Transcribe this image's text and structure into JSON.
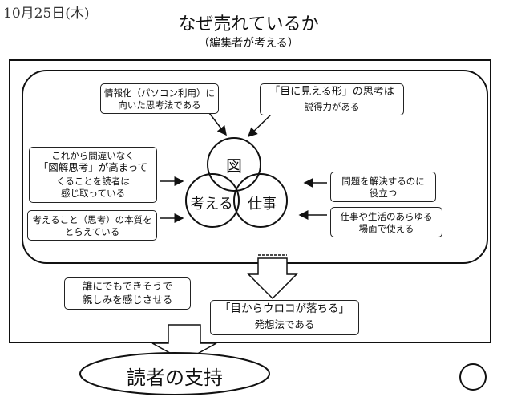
{
  "header": {
    "handwritten_note": "10月25日(木)",
    "title": "なぜ売れているか",
    "subtitle": "（編集者が考える）"
  },
  "boxes": {
    "info": {
      "line1": "情報化（パソコン利用）に",
      "line2": "向いた思考法である"
    },
    "visible": {
      "line1": "「目に見える形」の思考は",
      "line2": "説得力がある"
    },
    "trend": {
      "line1": "これから間違いなく",
      "line2": "「図解思考」が高まって",
      "line3": "くることを読者は",
      "line4": "感じ取っている"
    },
    "essence": {
      "line1": "考えること（思考）の本質を",
      "line2": "とらえている"
    },
    "problem": {
      "line1": "問題を解決するのに",
      "line2": "役立つ"
    },
    "work": {
      "line1": "仕事や生活のあらゆる",
      "line2": "場面で使える"
    }
  },
  "circles": {
    "top": "図",
    "left": "考える",
    "right": "仕事"
  },
  "familiar": {
    "line1": "誰にでもできそうで",
    "line2": "親しみを感じさせる"
  },
  "uroko": {
    "line1": "「目からウロコが落ちる」",
    "line2": "発想法である"
  },
  "result": "読者の支持"
}
